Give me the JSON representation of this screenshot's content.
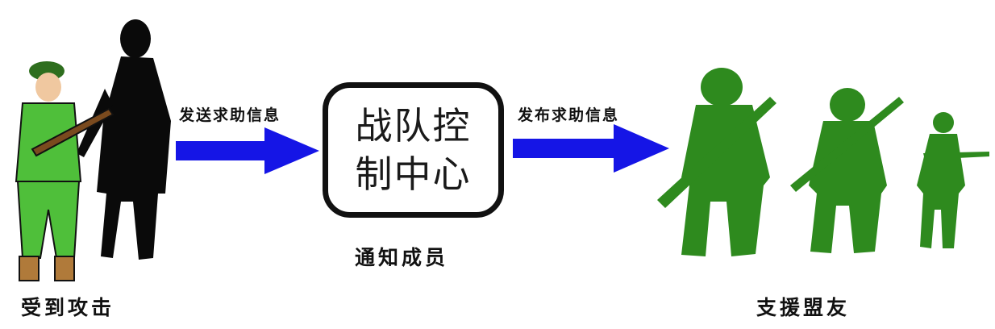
{
  "left_group": {
    "caption": "受到攻击"
  },
  "arrow_left": {
    "label": "发送求助信息"
  },
  "control_center": {
    "line1": "战队控",
    "line2": "制中心",
    "caption": "通知成员"
  },
  "arrow_right": {
    "label": "发布求助信息"
  },
  "right_group": {
    "caption": "支援盟友"
  },
  "colors": {
    "arrow": "#1515e6",
    "soldier_green": "#2e8a1e",
    "uniform_green": "#4fbf3a",
    "silhouette": "#0a0a0a"
  }
}
